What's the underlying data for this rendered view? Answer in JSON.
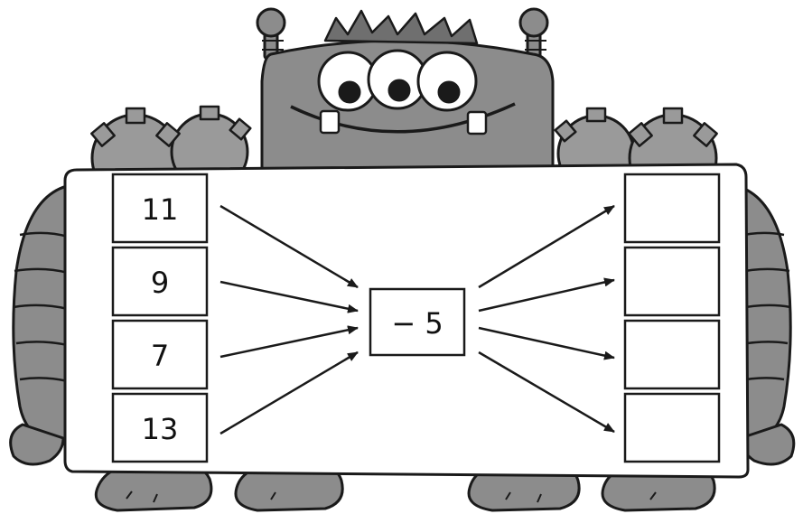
{
  "machine": {
    "operation": "− 5",
    "inputs": [
      "11",
      "9",
      "7",
      "13"
    ],
    "outputs": [
      "",
      "",
      "",
      ""
    ]
  },
  "colors": {
    "monster_body": "#8c8c8c",
    "monster_dark": "#5e5e5e",
    "gear": "#9a9a9a",
    "ink": "#1a1a1a",
    "board": "#ffffff"
  },
  "icons": {
    "character": "three-eyed-monster",
    "decor": "gear-icon"
  }
}
